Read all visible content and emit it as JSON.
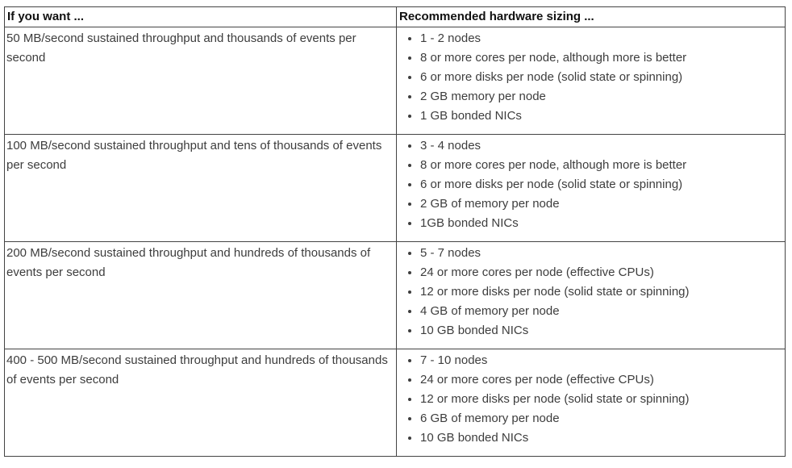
{
  "colors": {
    "border": "#444444",
    "body_text": "#3d3d3d",
    "header_text": "#111111",
    "background": "#ffffff"
  },
  "table": {
    "columns": [
      {
        "label": "If you want ..."
      },
      {
        "label": "Recommended hardware sizing ..."
      }
    ],
    "rows": [
      {
        "want": "50 MB/second sustained throughput and thousands of events per second",
        "sizing": [
          "1 - 2 nodes",
          "8 or more cores per node, although more is better",
          "6 or more disks per node (solid state or spinning)",
          "2 GB memory per node",
          "1 GB bonded NICs"
        ]
      },
      {
        "want": "100 MB/second sustained throughput and tens of thousands of events per second",
        "sizing": [
          "3 - 4 nodes",
          "8 or more cores per node, although more is better",
          "6 or more disks per node (solid state or spinning)",
          "2 GB of memory per node",
          "1GB bonded NICs"
        ]
      },
      {
        "want": "200 MB/second sustained throughput and hundreds of thousands of events per second",
        "sizing": [
          "5 - 7 nodes",
          "24 or more cores per node (effective CPUs)",
          "12 or more disks per node (solid state or spinning)",
          "4 GB of memory per node",
          "10 GB bonded NICs"
        ]
      },
      {
        "want": "400 - 500 MB/second sustained throughput and hundreds of thousands of events per second",
        "sizing": [
          "7 - 10 nodes",
          "24 or more cores per node (effective CPUs)",
          "12 or more disks per node (solid state or spinning)",
          "6 GB of memory per node",
          "10 GB bonded NICs"
        ]
      }
    ]
  }
}
